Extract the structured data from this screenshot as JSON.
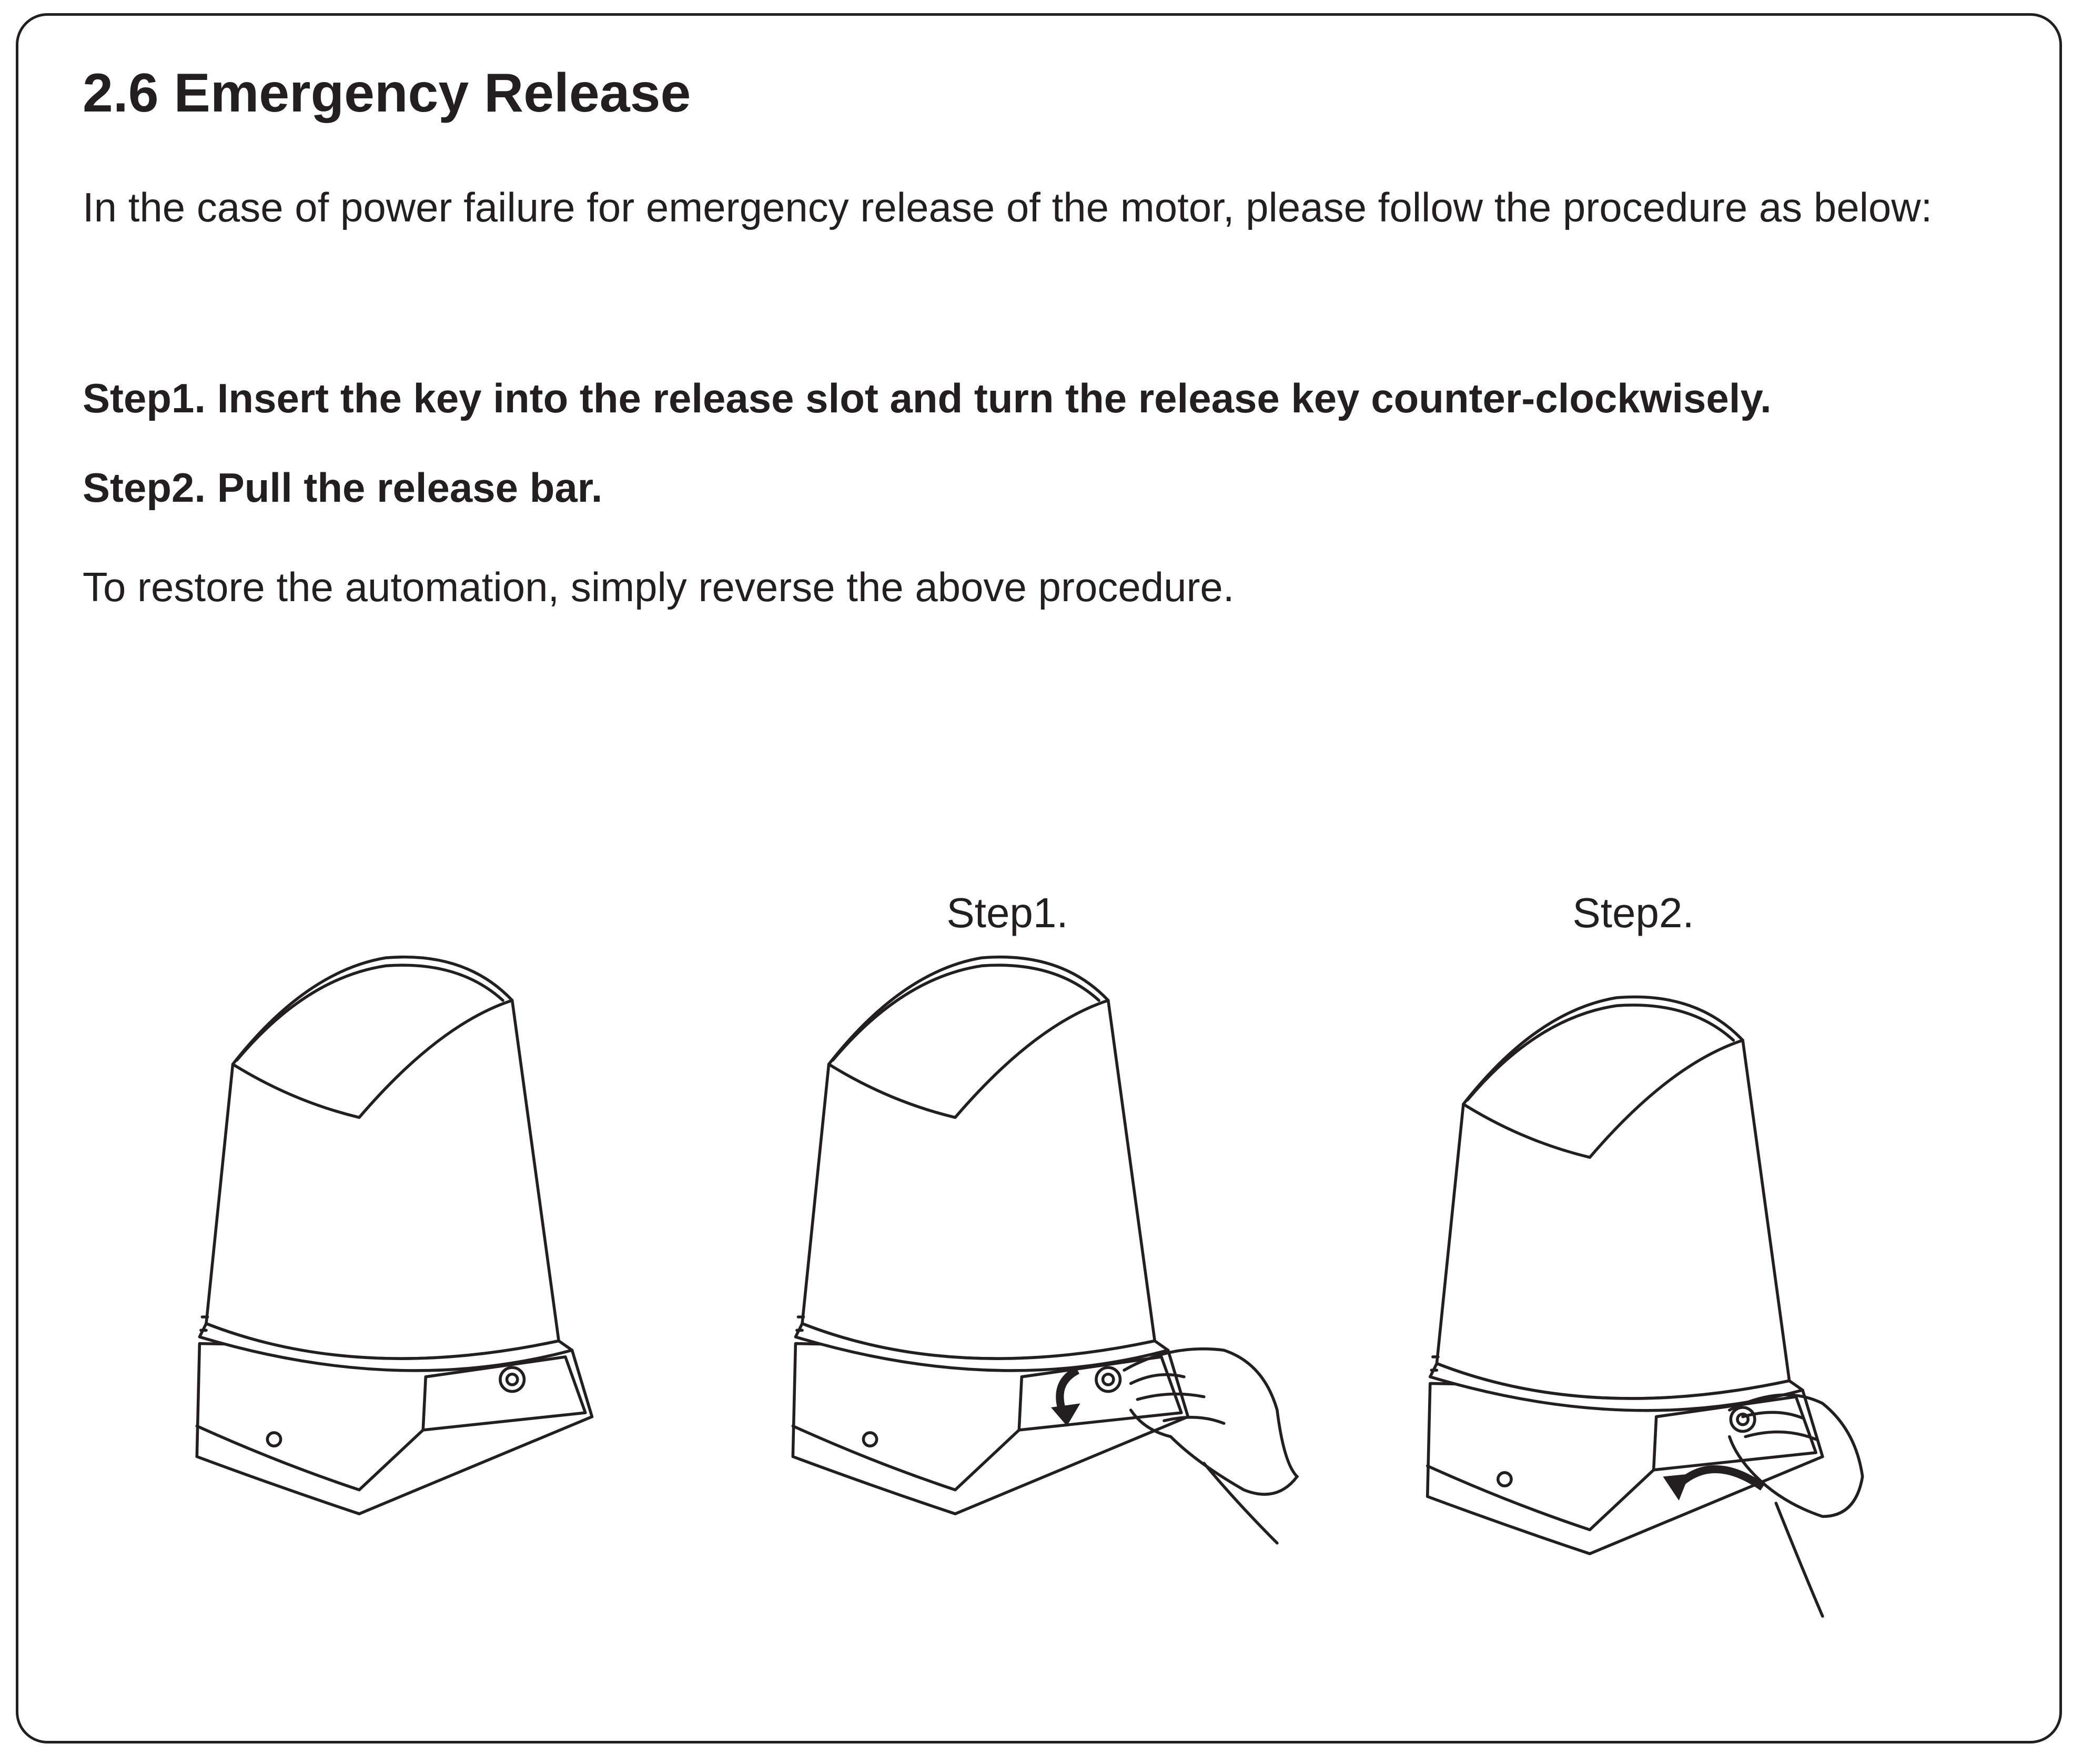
{
  "section": {
    "title": "2.6 Emergency Release",
    "intro": "In the case of power failure for emergency release of the motor, please follow the procedure as below:",
    "steps": [
      "Step1. Insert the key into the release slot and turn the release key counter-clockwisely.",
      "Step2. Pull the release bar."
    ],
    "restore": "To restore the automation, simply reverse the above procedure."
  },
  "figures": {
    "labels": [
      "Step1.",
      "Step2."
    ]
  }
}
